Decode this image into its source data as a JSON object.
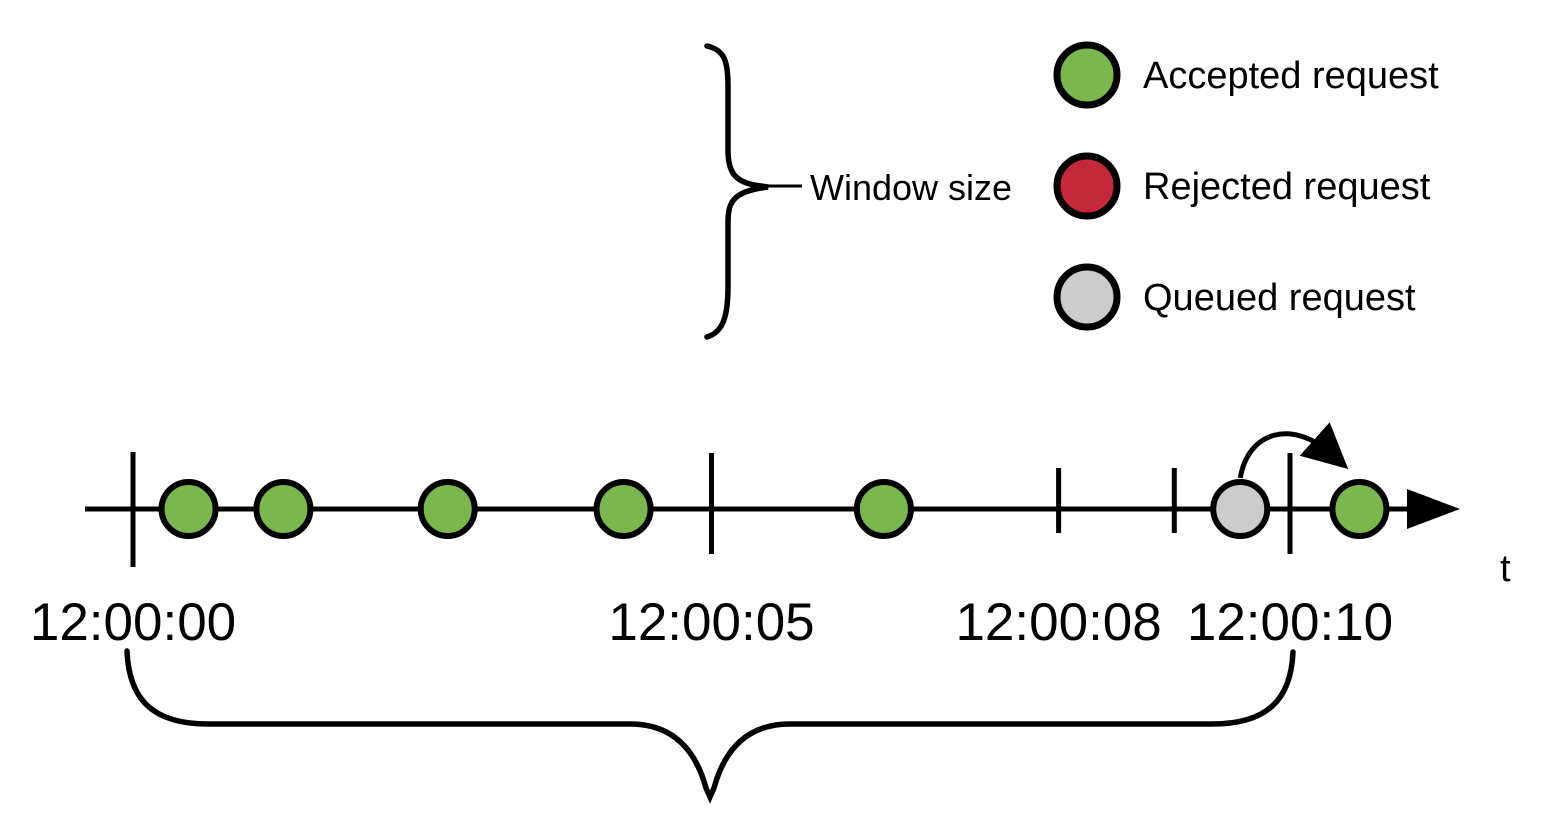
{
  "annotations": {
    "window_size_label": "Window size",
    "time_axis_label": "t"
  },
  "colors": {
    "accepted": "#7ab74f",
    "rejected": "#c3293a",
    "queued": "#cccccc",
    "outline": "#000000"
  },
  "legend": {
    "items": [
      {
        "id": "accepted",
        "label": "Accepted request",
        "color": "#7ab74f"
      },
      {
        "id": "rejected",
        "label": "Rejected request",
        "color": "#c3293a"
      },
      {
        "id": "queued",
        "label": "Queued request",
        "color": "#cccccc"
      }
    ]
  },
  "timeline": {
    "ticks": [
      {
        "t": 0,
        "label": "12:00:00",
        "size": "major"
      },
      {
        "t": 5,
        "label": "12:00:05",
        "size": "large"
      },
      {
        "t": 8,
        "label": "12:00:08",
        "size": "minor"
      },
      {
        "t": 9,
        "label": "",
        "size": "minor"
      },
      {
        "t": 10,
        "label": "12:00:10",
        "size": "large"
      }
    ],
    "requests": [
      {
        "t": 0.48,
        "type": "accepted"
      },
      {
        "t": 1.3,
        "type": "accepted"
      },
      {
        "t": 2.72,
        "type": "accepted"
      },
      {
        "t": 4.24,
        "type": "accepted"
      },
      {
        "t": 6.49,
        "type": "accepted"
      },
      {
        "t": 9.57,
        "type": "queued"
      },
      {
        "t": 10.6,
        "type": "accepted"
      }
    ],
    "queued_promotion": {
      "from_t": 9.57,
      "to_t": 10.6
    }
  }
}
